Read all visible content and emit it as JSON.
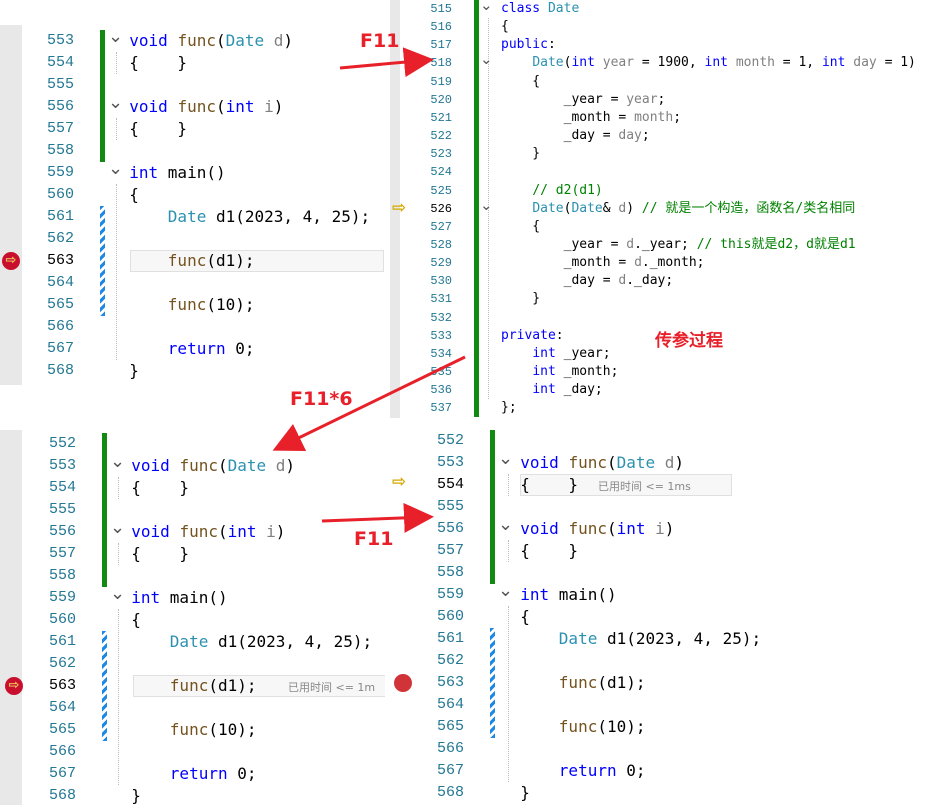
{
  "panel_top_left": {
    "lines": [
      "553",
      "554",
      "555",
      "556",
      "557",
      "558",
      "559",
      "560",
      "561",
      "562",
      "563",
      "564",
      "565",
      "566",
      "567",
      "568"
    ],
    "current_line": "563",
    "code": [
      [
        [
          "  ",
          ""
        ],
        [
          "void ",
          "kw"
        ],
        [
          "func",
          "fn"
        ],
        [
          "(",
          ""
        ],
        [
          "Date ",
          "ty"
        ],
        [
          "d",
          "pm"
        ],
        [
          ")",
          ""
        ]
      ],
      [
        [
          "  {    }",
          ""
        ]
      ],
      [
        [
          "",
          ""
        ]
      ],
      [
        [
          "  ",
          ""
        ],
        [
          "void ",
          "kw"
        ],
        [
          "func",
          "fn"
        ],
        [
          "(",
          ""
        ],
        [
          "int ",
          "kw"
        ],
        [
          "i",
          "pm"
        ],
        [
          ")",
          ""
        ]
      ],
      [
        [
          "  {    }",
          ""
        ]
      ],
      [
        [
          "",
          ""
        ]
      ],
      [
        [
          "  ",
          ""
        ],
        [
          "int ",
          "kw"
        ],
        [
          "main()",
          ""
        ]
      ],
      [
        [
          "  {",
          ""
        ]
      ],
      [
        [
          "      ",
          ""
        ],
        [
          "Date ",
          "ty"
        ],
        [
          "d1(2023, 4, 25);",
          ""
        ]
      ],
      [
        [
          "",
          ""
        ]
      ],
      [
        [
          "      ",
          ""
        ],
        [
          "func",
          "fn"
        ],
        [
          "(d1);",
          ""
        ]
      ],
      [
        [
          "",
          ""
        ]
      ],
      [
        [
          "      ",
          ""
        ],
        [
          "func",
          "fn"
        ],
        [
          "(10);",
          ""
        ]
      ],
      [
        [
          "",
          ""
        ]
      ],
      [
        [
          "      ",
          ""
        ],
        [
          "return ",
          "kw"
        ],
        [
          "0;",
          ""
        ]
      ],
      [
        [
          "  }",
          ""
        ]
      ]
    ]
  },
  "panel_top_right": {
    "lines": [
      "515",
      "516",
      "517",
      "518",
      "519",
      "520",
      "521",
      "522",
      "523",
      "524",
      "525",
      "526",
      "527",
      "528",
      "529",
      "530",
      "531",
      "532",
      "533",
      "534",
      "535",
      "536",
      "537"
    ],
    "current_line": "526",
    "code": [
      [
        [
          "",
          ""
        ],
        [
          "class ",
          "kw"
        ],
        [
          "Date",
          "ty"
        ]
      ],
      [
        [
          "{",
          ""
        ]
      ],
      [
        [
          "",
          ""
        ],
        [
          "public",
          "kw"
        ],
        [
          ":",
          ""
        ]
      ],
      [
        [
          "    ",
          ""
        ],
        [
          "Date",
          "ty"
        ],
        [
          "(",
          ""
        ],
        [
          "int ",
          "kw"
        ],
        [
          "year",
          "pm"
        ],
        [
          " = 1900, ",
          ""
        ],
        [
          "int ",
          "kw"
        ],
        [
          "month",
          "pm"
        ],
        [
          " = 1, ",
          ""
        ],
        [
          "int ",
          "kw"
        ],
        [
          "day",
          "pm"
        ],
        [
          " = 1)",
          ""
        ]
      ],
      [
        [
          "    {",
          ""
        ]
      ],
      [
        [
          "        _year = ",
          ""
        ],
        [
          "year",
          "pm"
        ],
        [
          ";",
          ""
        ]
      ],
      [
        [
          "        _month = ",
          ""
        ],
        [
          "month",
          "pm"
        ],
        [
          ";",
          ""
        ]
      ],
      [
        [
          "        _day = ",
          ""
        ],
        [
          "day",
          "pm"
        ],
        [
          ";",
          ""
        ]
      ],
      [
        [
          "    }",
          ""
        ]
      ],
      [
        [
          "",
          ""
        ]
      ],
      [
        [
          "    ",
          ""
        ],
        [
          "// d2(d1)",
          "cm"
        ]
      ],
      [
        [
          "    ",
          ""
        ],
        [
          "Date",
          "ty"
        ],
        [
          "(",
          ""
        ],
        [
          "Date",
          "ty"
        ],
        [
          "& ",
          ""
        ],
        [
          "d",
          "pm"
        ],
        [
          ") ",
          ""
        ],
        [
          "// 就是一个构造，函数名/类名相同",
          "cm"
        ]
      ],
      [
        [
          "    {",
          ""
        ]
      ],
      [
        [
          "        _year = ",
          ""
        ],
        [
          "d",
          "pm"
        ],
        [
          "._year; ",
          ""
        ],
        [
          "// this就是d2，d就是d1",
          "cm"
        ]
      ],
      [
        [
          "        _month = ",
          ""
        ],
        [
          "d",
          "pm"
        ],
        [
          "._month;",
          ""
        ]
      ],
      [
        [
          "        _day = ",
          ""
        ],
        [
          "d",
          "pm"
        ],
        [
          "._day;",
          ""
        ]
      ],
      [
        [
          "    }",
          ""
        ]
      ],
      [
        [
          "",
          ""
        ]
      ],
      [
        [
          "",
          ""
        ],
        [
          "private",
          "kw"
        ],
        [
          ":",
          ""
        ]
      ],
      [
        [
          "    ",
          ""
        ],
        [
          "int ",
          "kw"
        ],
        [
          "_year;",
          ""
        ]
      ],
      [
        [
          "    ",
          ""
        ],
        [
          "int ",
          "kw"
        ],
        [
          "_month;",
          ""
        ]
      ],
      [
        [
          "    ",
          ""
        ],
        [
          "int ",
          "kw"
        ],
        [
          "_day;",
          ""
        ]
      ],
      [
        [
          "};",
          ""
        ]
      ]
    ],
    "annotation": "传参过程"
  },
  "panel_bottom_left": {
    "lines": [
      "552",
      "553",
      "554",
      "555",
      "556",
      "557",
      "558",
      "559",
      "560",
      "561",
      "562",
      "563",
      "564",
      "565",
      "566",
      "567",
      "568"
    ],
    "current_line": "563",
    "code": [
      [
        [
          "",
          ""
        ]
      ],
      [
        [
          "  ",
          ""
        ],
        [
          "void ",
          "kw"
        ],
        [
          "func",
          "fn"
        ],
        [
          "(",
          ""
        ],
        [
          "Date ",
          "ty"
        ],
        [
          "d",
          "pm"
        ],
        [
          ")",
          ""
        ]
      ],
      [
        [
          "  {    }",
          ""
        ]
      ],
      [
        [
          "",
          ""
        ]
      ],
      [
        [
          "  ",
          ""
        ],
        [
          "void ",
          "kw"
        ],
        [
          "func",
          "fn"
        ],
        [
          "(",
          ""
        ],
        [
          "int ",
          "kw"
        ],
        [
          "i",
          "pm"
        ],
        [
          ")",
          ""
        ]
      ],
      [
        [
          "  {    }",
          ""
        ]
      ],
      [
        [
          "",
          ""
        ]
      ],
      [
        [
          "  ",
          ""
        ],
        [
          "int ",
          "kw"
        ],
        [
          "main()",
          ""
        ]
      ],
      [
        [
          "  {",
          ""
        ]
      ],
      [
        [
          "      ",
          ""
        ],
        [
          "Date ",
          "ty"
        ],
        [
          "d1(2023, 4, 25);",
          ""
        ]
      ],
      [
        [
          "",
          ""
        ]
      ],
      [
        [
          "      ",
          ""
        ],
        [
          "func",
          "fn"
        ],
        [
          "(d1);",
          ""
        ]
      ],
      [
        [
          "",
          ""
        ]
      ],
      [
        [
          "      ",
          ""
        ],
        [
          "func",
          "fn"
        ],
        [
          "(10);",
          ""
        ]
      ],
      [
        [
          "",
          ""
        ]
      ],
      [
        [
          "      ",
          ""
        ],
        [
          "return ",
          "kw"
        ],
        [
          "0;",
          ""
        ]
      ],
      [
        [
          "  }",
          ""
        ]
      ]
    ],
    "hint": "已用时间 <= 1m"
  },
  "panel_bottom_right": {
    "lines": [
      "552",
      "553",
      "554",
      "555",
      "556",
      "557",
      "558",
      "559",
      "560",
      "561",
      "562",
      "563",
      "564",
      "565",
      "566",
      "567",
      "568"
    ],
    "current_line": "554",
    "code": [
      [
        [
          "",
          ""
        ]
      ],
      [
        [
          "  ",
          ""
        ],
        [
          "void ",
          "kw"
        ],
        [
          "func",
          "fn"
        ],
        [
          "(",
          ""
        ],
        [
          "Date ",
          "ty"
        ],
        [
          "d",
          "pm"
        ],
        [
          ")",
          ""
        ]
      ],
      [
        [
          "  {    }",
          ""
        ]
      ],
      [
        [
          "",
          ""
        ]
      ],
      [
        [
          "  ",
          ""
        ],
        [
          "void ",
          "kw"
        ],
        [
          "func",
          "fn"
        ],
        [
          "(",
          ""
        ],
        [
          "int ",
          "kw"
        ],
        [
          "i",
          "pm"
        ],
        [
          ")",
          ""
        ]
      ],
      [
        [
          "  {    }",
          ""
        ]
      ],
      [
        [
          "",
          ""
        ]
      ],
      [
        [
          "  ",
          ""
        ],
        [
          "int ",
          "kw"
        ],
        [
          "main()",
          ""
        ]
      ],
      [
        [
          "  {",
          ""
        ]
      ],
      [
        [
          "      ",
          ""
        ],
        [
          "Date ",
          "ty"
        ],
        [
          "d1(2023, 4, 25);",
          ""
        ]
      ],
      [
        [
          "",
          ""
        ]
      ],
      [
        [
          "      ",
          ""
        ],
        [
          "func",
          "fn"
        ],
        [
          "(d1);",
          ""
        ]
      ],
      [
        [
          "",
          ""
        ]
      ],
      [
        [
          "      ",
          ""
        ],
        [
          "func",
          "fn"
        ],
        [
          "(10);",
          ""
        ]
      ],
      [
        [
          "",
          ""
        ]
      ],
      [
        [
          "      ",
          ""
        ],
        [
          "return ",
          "kw"
        ],
        [
          "0;",
          ""
        ]
      ],
      [
        [
          "  }",
          ""
        ]
      ]
    ],
    "hint": "已用时间 <= 1ms"
  },
  "labels": {
    "f11_top": "F11",
    "f11x6": "F11*6",
    "f11_bottom": "F11"
  },
  "colors": {
    "arrow": "#e8202a",
    "keyword": "#0000ff",
    "type": "#2b91af",
    "comment": "#008000",
    "changed_bar": "#108a10"
  }
}
